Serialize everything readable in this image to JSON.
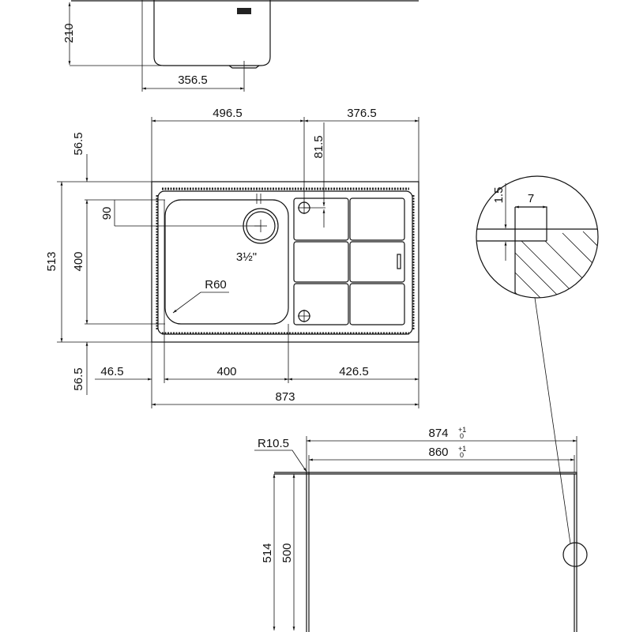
{
  "side_view": {
    "height": "210",
    "drain_offset": "356.5"
  },
  "top_view": {
    "width_left": "496.5",
    "width_right": "376.5",
    "drain_offset_top": "81.5",
    "margin_top": "56.5",
    "margin_bottom": "56.5",
    "depth_total": "513",
    "bowl_depth": "400",
    "drain_from_top": "90",
    "drain_size": "3½\"",
    "radius": "R60",
    "margin_left": "46.5",
    "bowl_width": "400",
    "drainer_width": "426.5",
    "total_width": "873"
  },
  "detail": {
    "step_height": "1.5",
    "step_width": "7"
  },
  "cutout": {
    "radius": "R10.5",
    "outer_width": "874",
    "inner_width": "860",
    "outer_depth": "514",
    "inner_depth": "500",
    "tolerance_plus": "+1",
    "tolerance_minus": "0"
  }
}
